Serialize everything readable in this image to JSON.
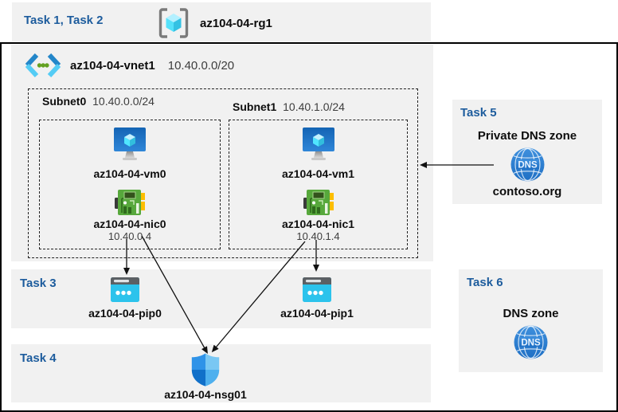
{
  "colors": {
    "task_label_blue": "#1d5c9d",
    "panel_gray": "#f1f1f1",
    "border_black": "#000000",
    "azure_blue": "#2e80d2",
    "nic_green": "#57a83c",
    "pip_cyan": "#2cc3ec"
  },
  "tasks": {
    "t12": {
      "label": "Task 1, Task 2",
      "resource_group": "az104-04-rg1"
    },
    "t3": {
      "label": "Task 3",
      "pip0": "az104-04-pip0",
      "pip1": "az104-04-pip1"
    },
    "t4": {
      "label": "Task 4",
      "nsg": "az104-04-nsg01"
    },
    "t5": {
      "label": "Task 5",
      "title": "Private DNS zone",
      "zone_name": "contoso.org"
    },
    "t6": {
      "label": "Task 6",
      "title": "DNS zone"
    }
  },
  "vnet": {
    "name": "az104-04-vnet1",
    "cidr": "10.40.0.0/20",
    "subnets": [
      {
        "name": "Subnet0",
        "cidr": "10.40.0.0/24",
        "vm": "az104-04-vm0",
        "nic": "az104-04-nic0",
        "nic_ip": "10.40.0.4"
      },
      {
        "name": "Subnet1",
        "cidr": "10.40.1.0/24",
        "vm": "az104-04-vm1",
        "nic": "az104-04-nic1",
        "nic_ip": "10.40.1.4"
      }
    ]
  },
  "icons": {
    "dns_label": "DNS"
  }
}
